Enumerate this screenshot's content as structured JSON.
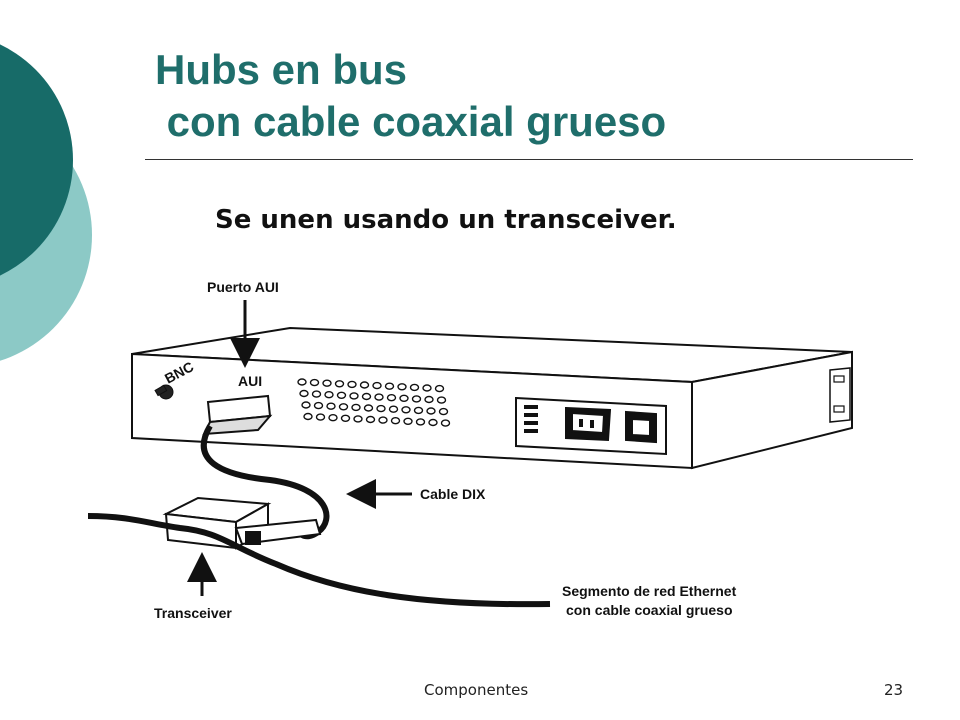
{
  "slide": {
    "title_line1": "Hubs en bus",
    "title_line2": " con cable coaxial grueso",
    "subtitle": "Se unen usando un transceiver.",
    "footer": "Componentes",
    "page_number": "23"
  },
  "diagram": {
    "labels": {
      "aui_port": "Puerto AUI",
      "dix_cable": "Cable DIX",
      "transceiver": "Transceiver",
      "segment_line1": "Segmento de red Ethernet",
      "segment_line2": "con cable coaxial grueso"
    },
    "panel_marks": {
      "bnc": "BNC",
      "aui": "AUI"
    }
  },
  "colors": {
    "title": "#1f6e6b",
    "deco_dark": "#176b68",
    "deco_light": "#8cc9c6"
  }
}
